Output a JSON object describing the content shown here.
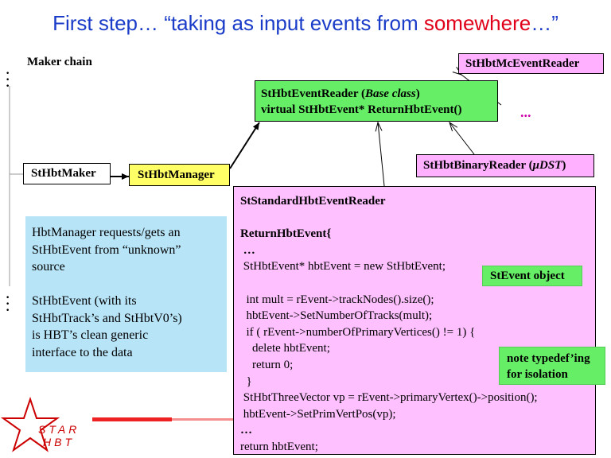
{
  "title": {
    "main": "First step… “taking as input events from ",
    "highlight": "somewhere",
    "tail": "…”"
  },
  "maker_chain_label": "Maker chain",
  "boxes": {
    "maker": "StHbtMaker",
    "manager": "StHbtManager",
    "reader_line1": "StHbtEventReader  (",
    "reader_base": "Base class",
    "reader_line1_end": ")",
    "reader_line2": "virtual StHbtEvent* ReturnHbtEvent()",
    "mc_reader": "StHbtMcEventReader",
    "binary_reader_prefix": "StHbtBinaryReader (",
    "binary_reader_mu": "μ",
    "binary_reader_dst": "DST",
    "binary_reader_suffix": ")",
    "dots": "..."
  },
  "standard_reader": {
    "title": "StStandardHbtEventReader",
    "func": "ReturnHbtEvent{",
    "lines": [
      " …",
      " StHbtEvent* hbtEvent = new StHbtEvent;",
      "",
      "  int mult = rEvent->trackNodes().size();",
      "  hbtEvent->SetNumberOfTracks(mult);",
      "  if ( rEvent->numberOfPrimaryVertices() != 1) {",
      "    delete hbtEvent;",
      "    return 0;",
      "  }",
      " StHbtThreeVector vp = rEvent->primaryVertex()->position();",
      " hbtEvent->SetPrimVertPos(vp);",
      "…",
      "return hbtEvent;"
    ]
  },
  "notes": {
    "blue": [
      "HbtManager requests/gets an",
      "StHbtEvent from “unknown”",
      "source",
      "",
      "StHbtEvent (with its",
      "StHbtTrack’s and StHbtV0’s)",
      "is HBT’s clean generic",
      "interface to the data"
    ],
    "stevent_label": "StEvent object",
    "typedef_line1": "note typedef’ing",
    "typedef_line2": "for isolation"
  },
  "logo": {
    "line1": "STAR",
    "line2": "HBT"
  },
  "colors": {
    "title_blue": "#1a3cc8",
    "title_red": "#e0001a",
    "manager_yellow": "#ffff66",
    "reader_green": "#66ee66",
    "magenta_box": "#ffb0ff",
    "standard_box": "#ffc0ff",
    "note_blue": "#b8e4f8",
    "logo_red": "#cc0000"
  }
}
